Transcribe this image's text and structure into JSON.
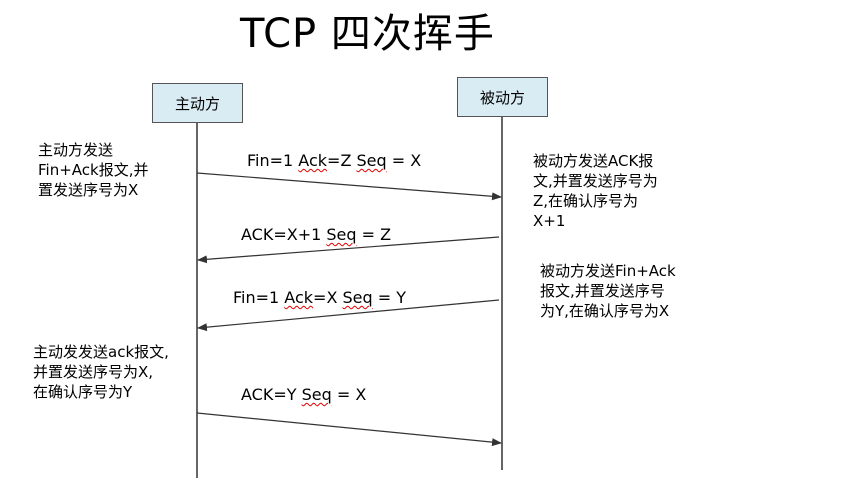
{
  "title": "TCP 四次挥手",
  "actors": {
    "left": "主动方",
    "right": "被动方"
  },
  "messages": [
    {
      "parts": [
        "Fin=1 ",
        "Ack",
        "=Z ",
        "Seq",
        " = X"
      ]
    },
    {
      "parts": [
        "ACK=X+1 ",
        "Seq",
        " = Z"
      ]
    },
    {
      "parts": [
        "Fin=1 ",
        "Ack",
        "=X ",
        "Seq",
        " = Y"
      ]
    },
    {
      "parts": [
        "ACK=Y ",
        "Seq",
        " = X"
      ]
    }
  ],
  "notes": {
    "left_1": [
      "主动方发送",
      "Fin+Ack报文,并",
      "置发送序号为X"
    ],
    "left_2": [
      "主动发发送ack报文,",
      "并置发送序号为X,",
      "在确认序号为Y"
    ],
    "right_1": [
      "被动方发送ACK报",
      "文,并置发送序号为",
      "Z,在确认序号为",
      "X+1"
    ],
    "right_2": [
      "被动方发送Fin+Ack",
      "报文,并置发送序号",
      "为Y,在确认序号为X"
    ]
  },
  "colors": {
    "actor_fill": "#d9ecf4",
    "line": "#333333",
    "spellcheck": "#e00000"
  }
}
